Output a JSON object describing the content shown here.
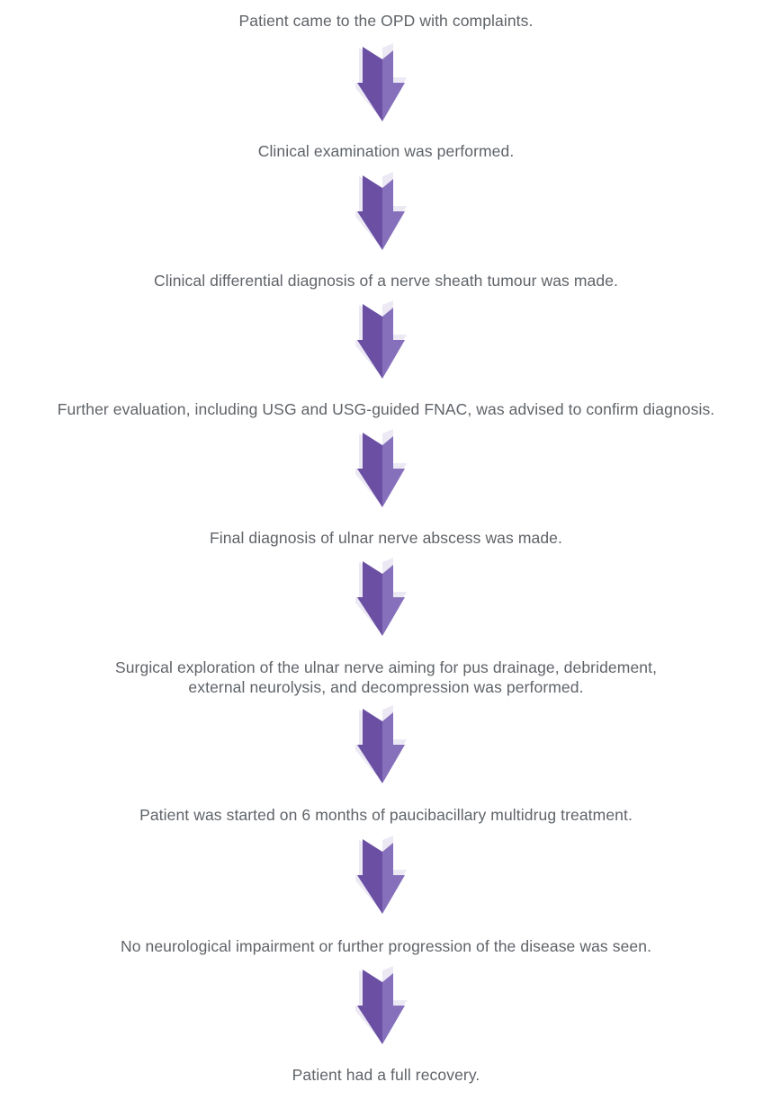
{
  "flowchart": {
    "steps": [
      {
        "text": "Patient came to the OPD with complaints."
      },
      {
        "text": "Clinical examination was performed."
      },
      {
        "text": "Clinical differential diagnosis of a nerve sheath tumour was made."
      },
      {
        "text": "Further evaluation, including USG and USG-guided FNAC, was advised to confirm diagnosis."
      },
      {
        "text": "Final diagnosis of ulnar nerve abscess was made."
      },
      {
        "text": "Surgical exploration of the ulnar nerve aiming for pus drainage, debridement,",
        "text2": "external neurolysis, and decompression was performed."
      },
      {
        "text": "Patient was started on 6 months of paucibacillary multidrug treatment."
      },
      {
        "text": "No neurological impairment or further progression of the disease was seen."
      },
      {
        "text": "Patient had a full recovery."
      }
    ],
    "arrow_icon": "down-arrow-icon",
    "colors": {
      "text": "#5f6368",
      "arrow_dark": "#6a4fa3",
      "arrow_light": "#8670bb",
      "arrow_shadow": "#ece9f5"
    }
  }
}
